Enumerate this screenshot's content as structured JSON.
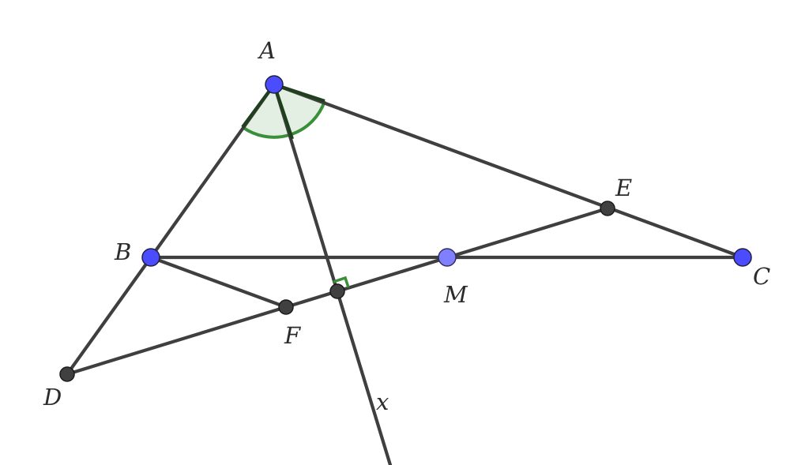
{
  "diagram": {
    "points": [
      {
        "id": "A",
        "label": "A",
        "kind": "free"
      },
      {
        "id": "B",
        "label": "B",
        "kind": "free"
      },
      {
        "id": "C",
        "label": "C",
        "kind": "free"
      },
      {
        "id": "M",
        "label": "M",
        "kind": "midpoint"
      },
      {
        "id": "E",
        "label": "E",
        "kind": "dependent"
      },
      {
        "id": "F",
        "label": "F",
        "kind": "dependent"
      },
      {
        "id": "D",
        "label": "D",
        "kind": "dependent"
      },
      {
        "id": "H",
        "label": "",
        "kind": "dependent"
      }
    ],
    "segments": [
      [
        "A",
        "B"
      ],
      [
        "A",
        "C"
      ],
      [
        "B",
        "C"
      ],
      [
        "B",
        "D"
      ],
      [
        "D",
        "E"
      ],
      [
        "B",
        "F"
      ],
      [
        "A",
        "H"
      ]
    ],
    "ray_label": "x",
    "angle_mark": {
      "vertex": "A",
      "type": "arc"
    },
    "right_angle_mark": {
      "vertex": "H"
    },
    "colors": {
      "line": "#3f3f3f",
      "free_point": "#4c4cff",
      "midpoint": "#8080ff",
      "dependent_point": "#404040",
      "angle_stroke": "#3a8f3a",
      "angle_fill": "#e3efe3"
    }
  }
}
